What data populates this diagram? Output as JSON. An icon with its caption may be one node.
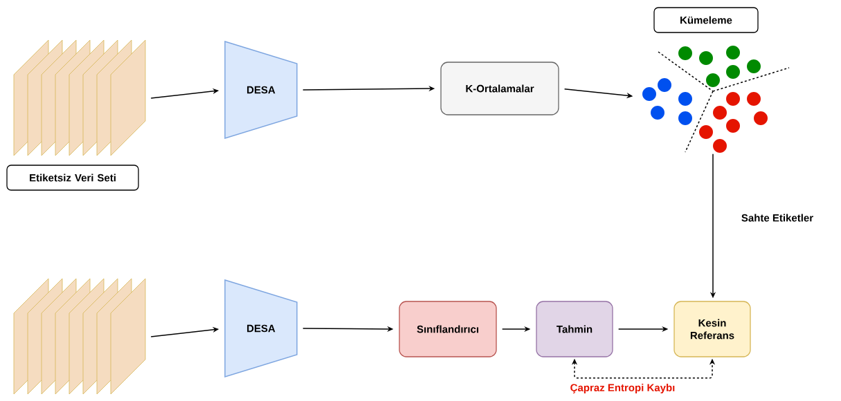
{
  "diagram": {
    "nodes": [
      {
        "text": [],
        "shape": "stack"
      },
      {
        "text": [
          "Etiketsiz Veri Seti"
        ]
      },
      {
        "text": [
          "DESA"
        ]
      },
      {
        "text": [
          "K-Ortalamalar"
        ]
      },
      {
        "text": [],
        "shape": "dots"
      },
      {
        "text": [
          "Kümeleme"
        ]
      },
      {
        "text": [],
        "shape": "stack"
      },
      {
        "text": [
          "DESA"
        ]
      },
      {
        "text": [
          "Sınıflandırıcı"
        ]
      },
      {
        "text": [
          "Tahmin"
        ]
      },
      {
        "text": [
          "Kesin Referans"
        ]
      }
    ],
    "edges": [
      {
        "from": 0,
        "to": 2,
        "arrow": "to"
      },
      {
        "from": 2,
        "to": 3,
        "arrow": "to"
      },
      {
        "from": 3,
        "to": 4,
        "arrow": "to"
      },
      {
        "from": 4,
        "to": 10,
        "arrow": "to",
        "label": "Sahte Etiketler"
      },
      {
        "from": 6,
        "to": 7,
        "arrow": "to"
      },
      {
        "from": 7,
        "to": 8,
        "arrow": "to"
      },
      {
        "from": 8,
        "to": 9,
        "arrow": "to"
      },
      {
        "from": 9,
        "to": 10,
        "arrow": "to"
      },
      {
        "from": 9,
        "to": 10,
        "arrow": "both",
        "style": "dashed",
        "label": "Çapraz Entropi Kaybı"
      }
    ]
  }
}
